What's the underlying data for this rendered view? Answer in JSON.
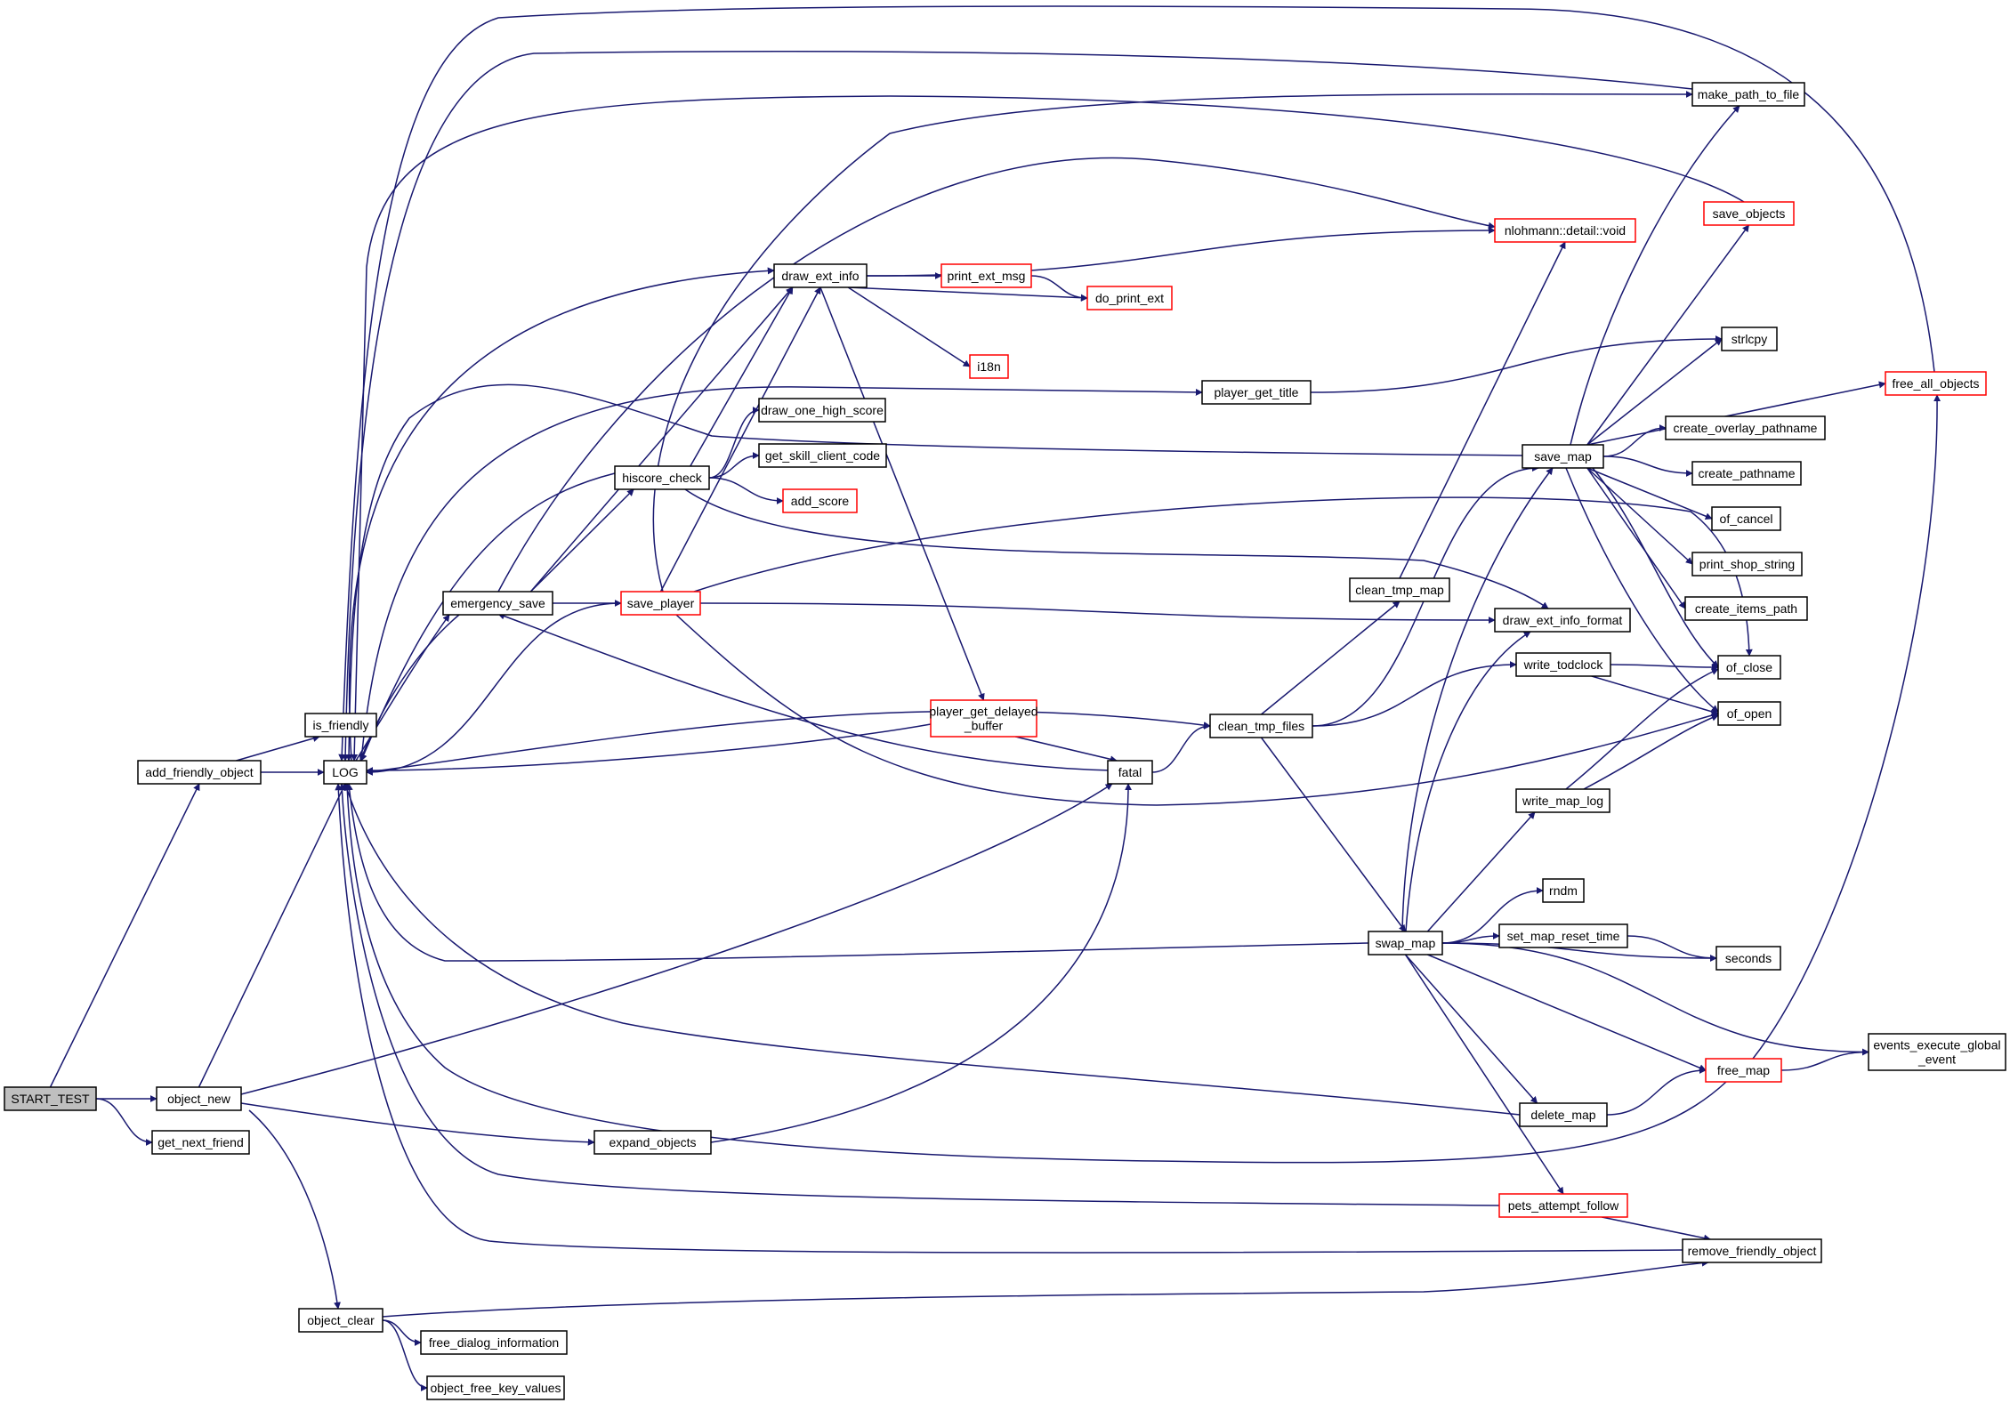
{
  "colors": {
    "edge": "#191970",
    "node_border": "#000000",
    "node_border_incomplete": "#ff0000",
    "node_fill": "#ffffff",
    "root_fill": "#bfbfbf",
    "text": "#000000"
  },
  "nodes": [
    {
      "id": "start_test",
      "label": [
        "START_TEST"
      ],
      "style": "root"
    },
    {
      "id": "add_friendly_object",
      "label": [
        "add_friendly_object"
      ],
      "style": "normal"
    },
    {
      "id": "object_new",
      "label": [
        "object_new"
      ],
      "style": "normal"
    },
    {
      "id": "get_next_friend",
      "label": [
        "get_next_friend"
      ],
      "style": "normal"
    },
    {
      "id": "is_friendly",
      "label": [
        "is_friendly"
      ],
      "style": "normal"
    },
    {
      "id": "log",
      "label": [
        "LOG"
      ],
      "style": "normal"
    },
    {
      "id": "object_clear",
      "label": [
        "object_clear"
      ],
      "style": "normal"
    },
    {
      "id": "free_dialog_information",
      "label": [
        "free_dialog_information"
      ],
      "style": "normal"
    },
    {
      "id": "object_free_key_values",
      "label": [
        "object_free_key_values"
      ],
      "style": "normal"
    },
    {
      "id": "emergency_save",
      "label": [
        "emergency_save"
      ],
      "style": "normal"
    },
    {
      "id": "hiscore_check",
      "label": [
        "hiscore_check"
      ],
      "style": "normal"
    },
    {
      "id": "expand_objects",
      "label": [
        "expand_objects"
      ],
      "style": "normal"
    },
    {
      "id": "save_player",
      "label": [
        "save_player"
      ],
      "style": "incomplete"
    },
    {
      "id": "draw_ext_info",
      "label": [
        "draw_ext_info"
      ],
      "style": "normal"
    },
    {
      "id": "draw_one_high_score",
      "label": [
        "draw_one_high_score"
      ],
      "style": "normal"
    },
    {
      "id": "get_skill_client_code",
      "label": [
        "get_skill_client_code"
      ],
      "style": "normal"
    },
    {
      "id": "add_score",
      "label": [
        "add_score"
      ],
      "style": "incomplete"
    },
    {
      "id": "player_get_delayed_buffer",
      "label": [
        "player_get_delayed",
        "_buffer"
      ],
      "style": "incomplete"
    },
    {
      "id": "print_ext_msg",
      "label": [
        "print_ext_msg"
      ],
      "style": "incomplete"
    },
    {
      "id": "do_print_ext",
      "label": [
        "do_print_ext"
      ],
      "style": "incomplete"
    },
    {
      "id": "i18n",
      "label": [
        "i18n"
      ],
      "style": "incomplete"
    },
    {
      "id": "fatal",
      "label": [
        "fatal"
      ],
      "style": "normal"
    },
    {
      "id": "player_get_title",
      "label": [
        "player_get_title"
      ],
      "style": "normal"
    },
    {
      "id": "clean_tmp_files",
      "label": [
        "clean_tmp_files"
      ],
      "style": "normal"
    },
    {
      "id": "clean_tmp_map",
      "label": [
        "clean_tmp_map"
      ],
      "style": "normal"
    },
    {
      "id": "swap_map",
      "label": [
        "swap_map"
      ],
      "style": "normal"
    },
    {
      "id": "nlohmann_detail_void",
      "label": [
        "nlohmann::detail::void"
      ],
      "style": "incomplete"
    },
    {
      "id": "save_map",
      "label": [
        "save_map"
      ],
      "style": "normal"
    },
    {
      "id": "draw_ext_info_format",
      "label": [
        "draw_ext_info_format"
      ],
      "style": "normal"
    },
    {
      "id": "write_todclock",
      "label": [
        "write_todclock"
      ],
      "style": "normal"
    },
    {
      "id": "write_map_log",
      "label": [
        "write_map_log"
      ],
      "style": "normal"
    },
    {
      "id": "rndm",
      "label": [
        "rndm"
      ],
      "style": "normal"
    },
    {
      "id": "set_map_reset_time",
      "label": [
        "set_map_reset_time"
      ],
      "style": "normal"
    },
    {
      "id": "delete_map",
      "label": [
        "delete_map"
      ],
      "style": "normal"
    },
    {
      "id": "pets_attempt_follow",
      "label": [
        "pets_attempt_follow"
      ],
      "style": "incomplete"
    },
    {
      "id": "free_map",
      "label": [
        "free_map"
      ],
      "style": "incomplete"
    },
    {
      "id": "remove_friendly_object",
      "label": [
        "remove_friendly_object"
      ],
      "style": "normal"
    },
    {
      "id": "make_path_to_file",
      "label": [
        "make_path_to_file"
      ],
      "style": "normal"
    },
    {
      "id": "save_objects",
      "label": [
        "save_objects"
      ],
      "style": "incomplete"
    },
    {
      "id": "strlcpy",
      "label": [
        "strlcpy"
      ],
      "style": "normal"
    },
    {
      "id": "free_all_objects",
      "label": [
        "free_all_objects"
      ],
      "style": "incomplete"
    },
    {
      "id": "create_overlay_pathname",
      "label": [
        "create_overlay_pathname"
      ],
      "style": "normal"
    },
    {
      "id": "create_pathname",
      "label": [
        "create_pathname"
      ],
      "style": "normal"
    },
    {
      "id": "of_cancel",
      "label": [
        "of_cancel"
      ],
      "style": "normal"
    },
    {
      "id": "print_shop_string",
      "label": [
        "print_shop_string"
      ],
      "style": "normal"
    },
    {
      "id": "create_items_path",
      "label": [
        "create_items_path"
      ],
      "style": "normal"
    },
    {
      "id": "of_close",
      "label": [
        "of_close"
      ],
      "style": "normal"
    },
    {
      "id": "of_open",
      "label": [
        "of_open"
      ],
      "style": "normal"
    },
    {
      "id": "seconds",
      "label": [
        "seconds"
      ],
      "style": "normal"
    },
    {
      "id": "events_execute_global_event",
      "label": [
        "events_execute_global",
        "_event"
      ],
      "style": "normal"
    }
  ],
  "edges": [
    [
      "start_test",
      "add_friendly_object"
    ],
    [
      "start_test",
      "object_new"
    ],
    [
      "start_test",
      "get_next_friend"
    ],
    [
      "add_friendly_object",
      "is_friendly"
    ],
    [
      "add_friendly_object",
      "log"
    ],
    [
      "object_new",
      "log"
    ],
    [
      "object_new",
      "fatal"
    ],
    [
      "object_new",
      "expand_objects"
    ],
    [
      "object_new",
      "object_clear"
    ],
    [
      "object_clear",
      "free_dialog_information"
    ],
    [
      "object_clear",
      "object_free_key_values"
    ],
    [
      "object_clear",
      "remove_friendly_object"
    ],
    [
      "log",
      "emergency_save"
    ],
    [
      "log",
      "player_get_title"
    ],
    [
      "log",
      "clean_tmp_files"
    ],
    [
      "log",
      "draw_ext_info"
    ],
    [
      "emergency_save",
      "hiscore_check"
    ],
    [
      "emergency_save",
      "save_player"
    ],
    [
      "emergency_save",
      "draw_ext_info"
    ],
    [
      "emergency_save",
      "log"
    ],
    [
      "emergency_save",
      "nlohmann_detail_void"
    ],
    [
      "hiscore_check",
      "draw_ext_info"
    ],
    [
      "hiscore_check",
      "draw_one_high_score"
    ],
    [
      "hiscore_check",
      "get_skill_client_code"
    ],
    [
      "hiscore_check",
      "add_score"
    ],
    [
      "hiscore_check",
      "log"
    ],
    [
      "hiscore_check",
      "draw_ext_info_format"
    ],
    [
      "save_player",
      "draw_ext_info"
    ],
    [
      "save_player",
      "draw_ext_info_format"
    ],
    [
      "save_player",
      "log"
    ],
    [
      "save_player",
      "of_close"
    ],
    [
      "save_player",
      "of_open"
    ],
    [
      "save_player",
      "make_path_to_file"
    ],
    [
      "draw_ext_info",
      "print_ext_msg"
    ],
    [
      "draw_ext_info",
      "do_print_ext"
    ],
    [
      "draw_ext_info",
      "i18n"
    ],
    [
      "draw_ext_info",
      "player_get_delayed_buffer"
    ],
    [
      "draw_ext_info",
      "nlohmann_detail_void"
    ],
    [
      "print_ext_msg",
      "do_print_ext"
    ],
    [
      "player_get_delayed_buffer",
      "log"
    ],
    [
      "player_get_delayed_buffer",
      "fatal"
    ],
    [
      "expand_objects",
      "fatal"
    ],
    [
      "fatal",
      "emergency_save"
    ],
    [
      "fatal",
      "clean_tmp_files"
    ],
    [
      "player_get_title",
      "strlcpy"
    ],
    [
      "clean_tmp_files",
      "clean_tmp_map"
    ],
    [
      "clean_tmp_files",
      "save_map"
    ],
    [
      "clean_tmp_files",
      "write_todclock"
    ],
    [
      "clean_tmp_files",
      "swap_map"
    ],
    [
      "clean_tmp_map",
      "nlohmann_detail_void"
    ],
    [
      "write_todclock",
      "of_close"
    ],
    [
      "write_todclock",
      "of_open"
    ],
    [
      "write_map_log",
      "of_close"
    ],
    [
      "write_map_log",
      "of_open"
    ],
    [
      "swap_map",
      "log"
    ],
    [
      "swap_map",
      "save_map"
    ],
    [
      "swap_map",
      "draw_ext_info_format"
    ],
    [
      "swap_map",
      "write_map_log"
    ],
    [
      "swap_map",
      "rndm"
    ],
    [
      "swap_map",
      "set_map_reset_time"
    ],
    [
      "swap_map",
      "seconds"
    ],
    [
      "swap_map",
      "events_execute_global_event"
    ],
    [
      "swap_map",
      "free_map"
    ],
    [
      "swap_map",
      "delete_map"
    ],
    [
      "swap_map",
      "pets_attempt_follow"
    ],
    [
      "set_map_reset_time",
      "seconds"
    ],
    [
      "delete_map",
      "log"
    ],
    [
      "delete_map",
      "free_map"
    ],
    [
      "pets_attempt_follow",
      "log"
    ],
    [
      "pets_attempt_follow",
      "remove_friendly_object"
    ],
    [
      "free_map",
      "log"
    ],
    [
      "free_map",
      "free_all_objects"
    ],
    [
      "free_map",
      "events_execute_global_event"
    ],
    [
      "remove_friendly_object",
      "log"
    ],
    [
      "save_map",
      "log"
    ],
    [
      "save_map",
      "make_path_to_file"
    ],
    [
      "save_map",
      "save_objects"
    ],
    [
      "save_map",
      "strlcpy"
    ],
    [
      "save_map",
      "free_all_objects"
    ],
    [
      "save_map",
      "create_overlay_pathname"
    ],
    [
      "save_map",
      "create_pathname"
    ],
    [
      "save_map",
      "of_cancel"
    ],
    [
      "save_map",
      "print_shop_string"
    ],
    [
      "save_map",
      "create_items_path"
    ],
    [
      "save_map",
      "of_close"
    ],
    [
      "save_map",
      "of_open"
    ],
    [
      "make_path_to_file",
      "log"
    ],
    [
      "save_objects",
      "log"
    ],
    [
      "free_all_objects",
      "log"
    ]
  ]
}
